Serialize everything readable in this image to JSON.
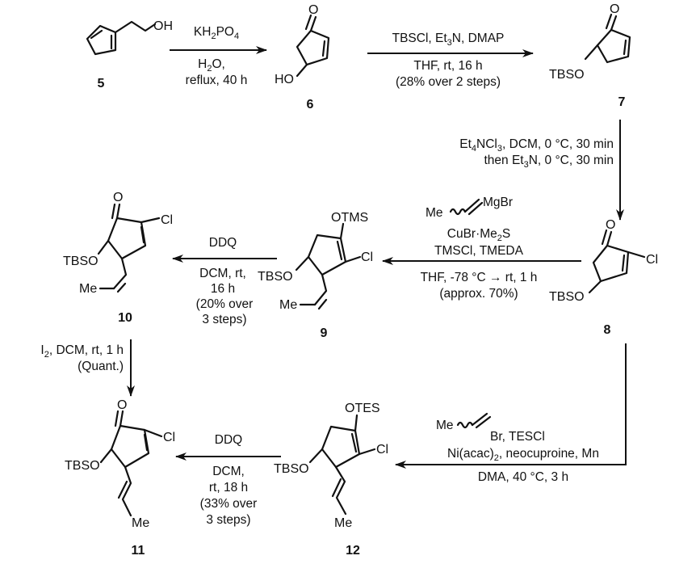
{
  "compounds": {
    "c5": {
      "number": "5",
      "OH": "OH"
    },
    "c6": {
      "number": "6",
      "HO": "HO",
      "O": "O"
    },
    "c7": {
      "number": "7",
      "TBSO": "TBSO",
      "O": "O"
    },
    "c8": {
      "number": "8",
      "TBSO": "TBSO",
      "O": "O",
      "Cl": "Cl"
    },
    "c9": {
      "number": "9",
      "TBSO": "TBSO",
      "OTMS": "OTMS",
      "Cl": "Cl",
      "Me": "Me"
    },
    "c10": {
      "number": "10",
      "TBSO": "TBSO",
      "O": "O",
      "Cl": "Cl",
      "Me": "Me"
    },
    "c11": {
      "number": "11",
      "TBSO": "TBSO",
      "O": "O",
      "Cl": "Cl",
      "Me": "Me"
    },
    "c12": {
      "number": "12",
      "TBSO": "TBSO",
      "OTES": "OTES",
      "Cl": "Cl",
      "Me": "Me"
    }
  },
  "steps": {
    "s1": {
      "above_main": "KH",
      "above_sub": "2",
      "above_main2": "PO",
      "above_sub2": "4",
      "line2_main": "H",
      "line2_sub": "2",
      "line2_main2": "O,",
      "line3": "reflux, 40 h"
    },
    "s2": {
      "line1_a": "TBSCl, Et",
      "line1_sub": "3",
      "line1_b": "N, DMAP",
      "line2": "THF, rt, 16 h",
      "line3": "(28% over 2 steps)"
    },
    "s3": {
      "line1_a": "Et",
      "line1_sub1": "4",
      "line1_b": "NCl",
      "line1_sub2": "3",
      "line1_c": ", DCM, 0 °C, 30 min",
      "line2_a": "then Et",
      "line2_sub": "3",
      "line2_b": "N, 0 °C, 30 min"
    },
    "s4": {
      "reagent_me": "Me",
      "reagent_mgbr": "MgBr",
      "line2_a": "CuBr·Me",
      "line2_sub": "2",
      "line2_b": "S",
      "line3": "TMSCl, TMEDA",
      "line4": "THF, -78 °C → rt, 1 h",
      "line5": "(approx. 70%)"
    },
    "s5": {
      "line1": "DDQ",
      "line2": "DCM, rt,",
      "line3": "16 h",
      "line4": "(20% over",
      "line5": "3 steps)"
    },
    "s6": {
      "line1_a": "I",
      "line1_sub": "2",
      "line1_b": ", DCM, rt, 1 h",
      "line2": "(Quant.)"
    },
    "s7": {
      "reagent_me": "Me",
      "reagent_br": "Br, TESCl",
      "line2_a": "Ni(acac)",
      "line2_sub": "2",
      "line2_b": ", neocuproine, Mn",
      "line3": "DMA, 40 °C, 3 h"
    },
    "s8": {
      "line1": "DDQ",
      "line2": "DCM,",
      "line3": "rt, 18 h",
      "line4": "(33% over",
      "line5": "3 steps)"
    }
  }
}
